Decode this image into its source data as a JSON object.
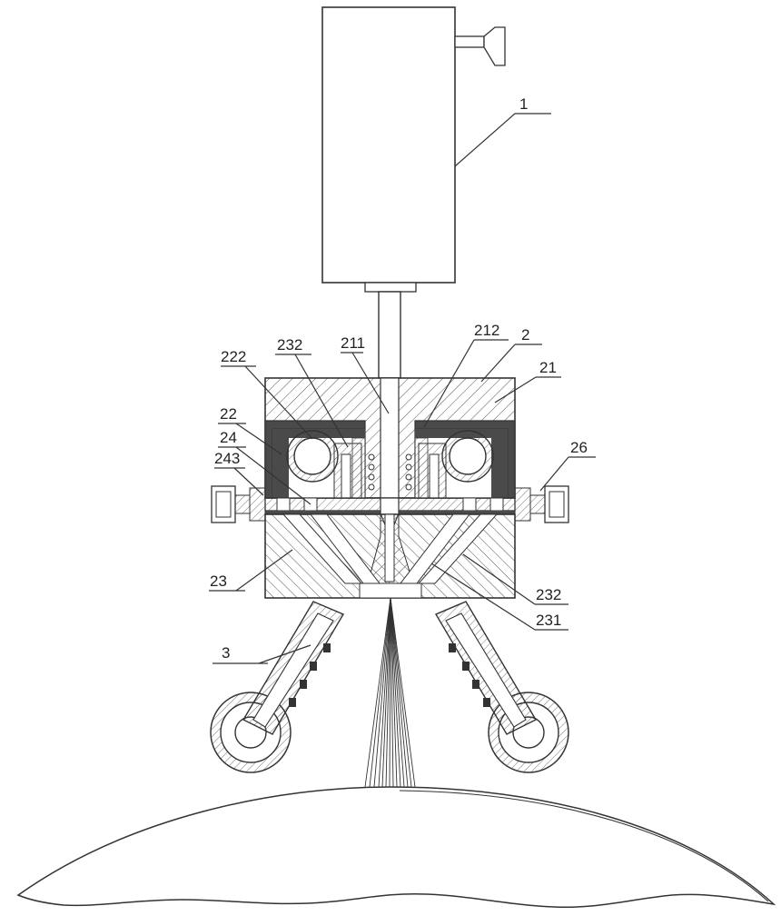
{
  "figure": {
    "labels": [
      {
        "id": "lbl-1",
        "text": "1"
      },
      {
        "id": "lbl-2",
        "text": "2"
      },
      {
        "id": "lbl-21",
        "text": "21"
      },
      {
        "id": "lbl-211",
        "text": "211"
      },
      {
        "id": "lbl-212",
        "text": "212"
      },
      {
        "id": "lbl-22",
        "text": "22"
      },
      {
        "id": "lbl-222",
        "text": "222"
      },
      {
        "id": "lbl-23",
        "text": "23"
      },
      {
        "id": "lbl-231",
        "text": "231"
      },
      {
        "id": "lbl-232a",
        "text": "232"
      },
      {
        "id": "lbl-232b",
        "text": "232"
      },
      {
        "id": "lbl-24",
        "text": "24"
      },
      {
        "id": "lbl-243",
        "text": "243"
      },
      {
        "id": "lbl-26",
        "text": "26"
      },
      {
        "id": "lbl-3",
        "text": "3"
      }
    ]
  },
  "colors": {
    "line": "#333333",
    "dark_fill": "#4a4a4a",
    "background": "#ffffff"
  }
}
